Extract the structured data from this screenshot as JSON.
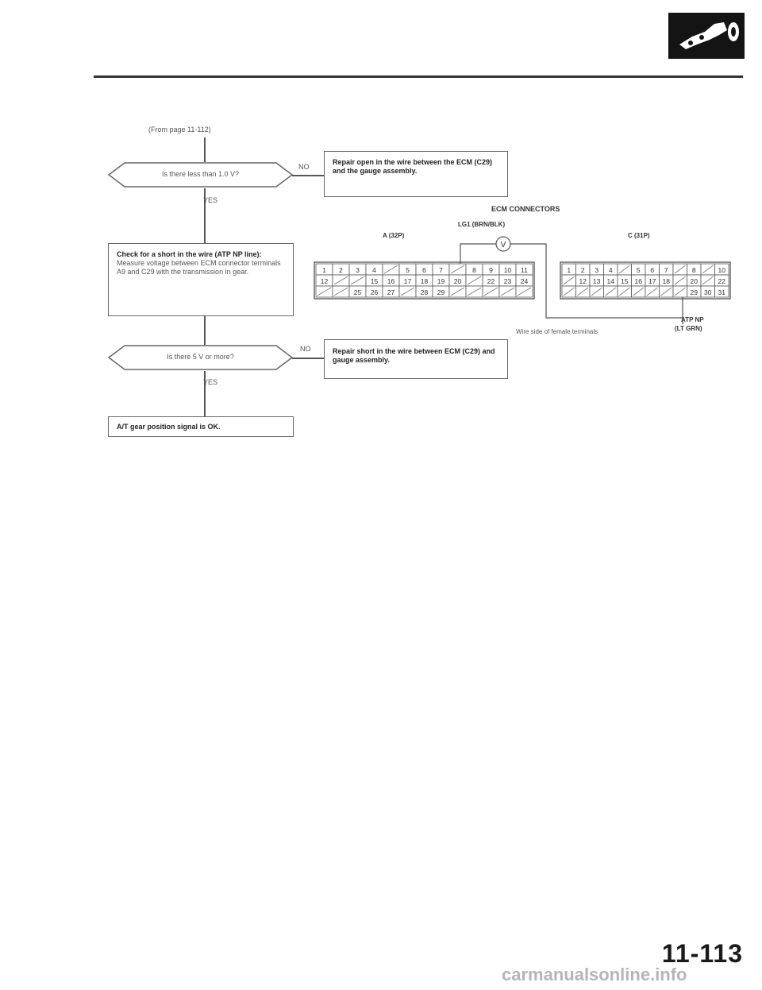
{
  "flow": {
    "from_page": "(From page 11-112)",
    "q1": "Is there less than 1.0 V?",
    "no1": "NO",
    "yes1": "YES",
    "repair_open": "Repair open in the wire between the ECM (C29) and the gauge assembly.",
    "check_title": "Check for a short in the wire (ATP NP line):",
    "check_body": "Measure voltage between ECM connector terminals A9 and C29 with the transmission in gear.",
    "q2": "Is there 5 V or more?",
    "no2": "NO",
    "yes2": "YES",
    "repair_short": "Repair short in the wire between ECM (C29) and gauge assembly.",
    "result": "A/T gear position signal is OK."
  },
  "diagram": {
    "title": "ECM CONNECTORS",
    "lg1": "LG1 (BRN/BLK)",
    "conn_a": "A (32P)",
    "conn_c": "C (31P)",
    "meter": "V",
    "atp_np": "ATP NP",
    "atp_color": "(LT GRN)",
    "caption": "Wire side of female terminals",
    "a_row1": [
      "1",
      "2",
      "3",
      "4",
      "",
      "5",
      "6",
      "7",
      "",
      "8",
      "9",
      "10",
      "11"
    ],
    "a_row2": [
      "12",
      "",
      "",
      "15",
      "16",
      "17",
      "18",
      "19",
      "20",
      "",
      "22",
      "23",
      "24"
    ],
    "a_row3": [
      "",
      "",
      "25",
      "26",
      "27",
      "",
      "28",
      "29",
      "",
      "",
      "",
      "",
      ""
    ],
    "c_row1": [
      "1",
      "2",
      "3",
      "4",
      "",
      "5",
      "6",
      "7",
      "",
      "8",
      "",
      "10"
    ],
    "c_row2": [
      "",
      "12",
      "13",
      "14",
      "15",
      "16",
      "17",
      "18",
      "",
      "20",
      "",
      "22"
    ],
    "c_row3": [
      "",
      "",
      "",
      "",
      "",
      "",
      "",
      "",
      "",
      "29",
      "30",
      "31"
    ]
  },
  "page_number": "11-113",
  "footer": "carmanualsonline.info"
}
